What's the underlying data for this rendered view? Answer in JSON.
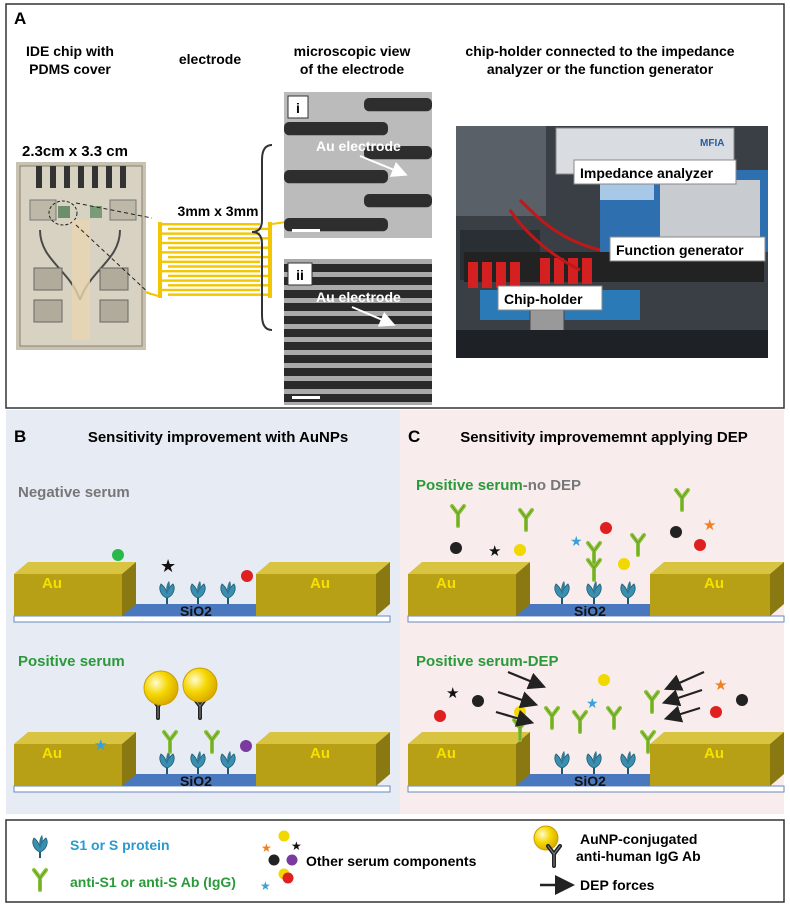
{
  "panelA": {
    "label": "A",
    "col1_title": [
      "IDE chip with",
      "PDMS cover"
    ],
    "col2_title": "electrode",
    "col3_title": [
      "microscopic view",
      "of the electrode"
    ],
    "col4_title": [
      "chip-holder connected to the impedance",
      "analyzer or the function generator"
    ],
    "chip_size": "2.3cm x 3.3 cm",
    "electrode_size": "3mm x 3mm",
    "micro_i": {
      "tag": "i",
      "label": "Au electrode"
    },
    "micro_ii": {
      "tag": "ii",
      "label": "Au electrode"
    },
    "device_brand": "MFIA",
    "device_labels": {
      "impedance": "Impedance analyzer",
      "function_gen": "Function generator",
      "holder": "Chip-holder"
    }
  },
  "panelB": {
    "label": "B",
    "title": "Sensitivity improvement with AuNPs",
    "top_label": "Negative serum",
    "bottom_label": "Positive serum",
    "au": "Au",
    "sio2": "SiO2"
  },
  "panelC": {
    "label": "C",
    "title": "Sensitivity improvememnt applying DEP",
    "top_label_pos": "Positive serum",
    "top_label_rest": "-no DEP",
    "bottom_label": "Positive serum-DEP",
    "au": "Au",
    "sio2": "SiO2"
  },
  "legend": {
    "s1": "S1 or S protein",
    "ab": "anti-S1 or anti-S Ab (IgG)",
    "serum": "Other serum components",
    "aunp": [
      "AuNP-conjugated",
      "anti-human IgG Ab"
    ],
    "dep": "DEP forces"
  },
  "colors": {
    "gold": "#b8a016",
    "gold_dark": "#8a7810",
    "sio2": "#4a78bf",
    "green_text": "#2a9a3a",
    "blue_text": "#2a9ad0",
    "bgB": "#e7ebf3",
    "bgC": "#f9ecec"
  }
}
